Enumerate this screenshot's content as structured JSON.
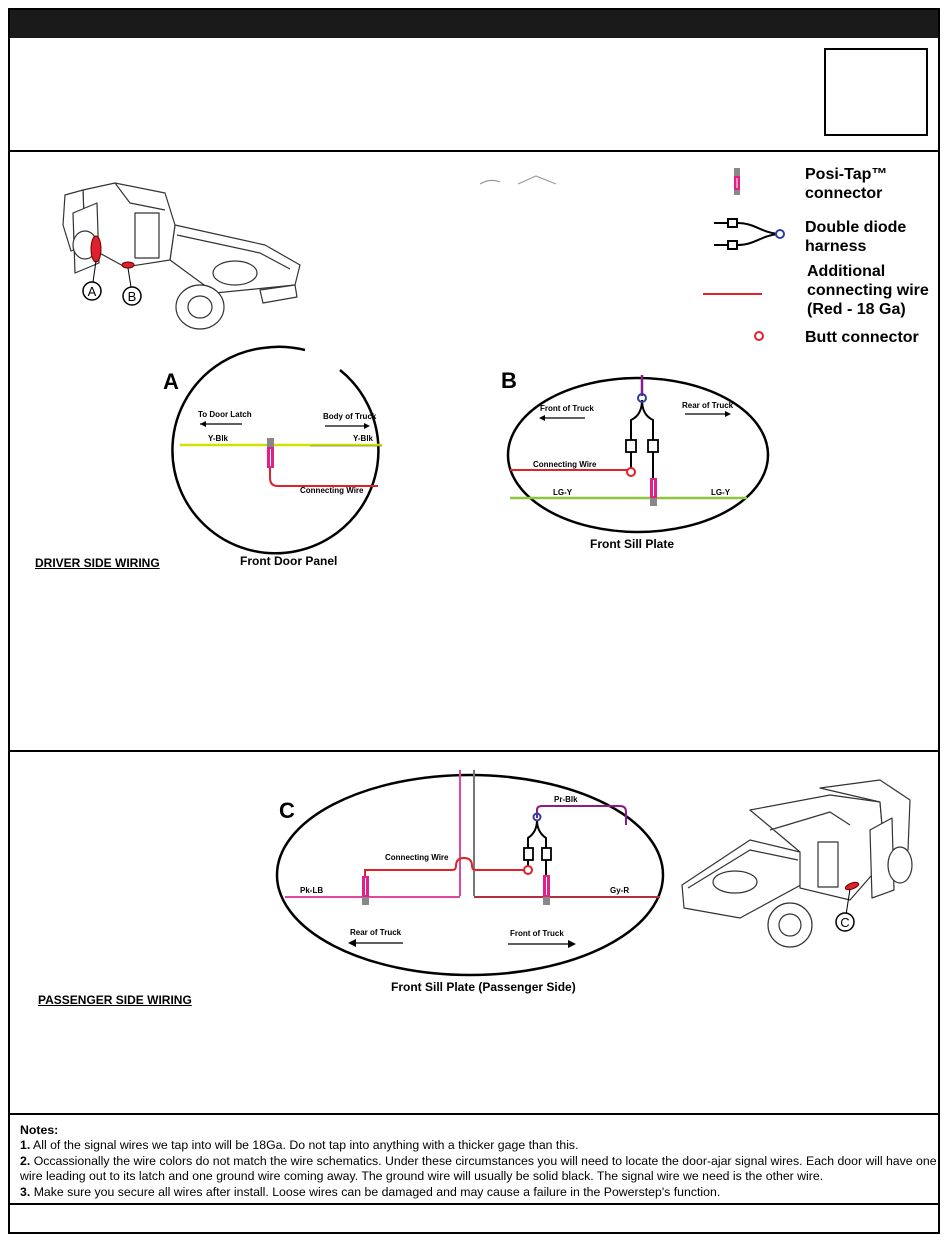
{
  "legend": {
    "posi_tap": "Posi-Tap™ connector",
    "double_diode": "Double diode harness",
    "additional_wire": "Additional connecting wire (Red - 18 Ga)",
    "butt_connector": "Butt connector"
  },
  "driver": {
    "section_title": "DRIVER SIDE WIRING",
    "truck_labels": {
      "a": "A",
      "b": "B"
    },
    "diagram_a": {
      "letter": "A",
      "left_direction": "To Door Latch",
      "right_direction": "Body of Truck",
      "wire_left": "Y-Blk",
      "wire_right": "Y-Blk",
      "connecting_wire": "Connecting Wire",
      "caption": "Front Door Panel"
    },
    "diagram_b": {
      "letter": "B",
      "left_direction": "Front of Truck",
      "right_direction": "Rear of Truck",
      "connecting_wire": "Connecting Wire",
      "wire_left": "LG-Y",
      "wire_right": "LG-Y",
      "caption": "Front Sill Plate"
    }
  },
  "passenger": {
    "section_title": "PASSENGER SIDE WIRING",
    "truck_label": "C",
    "diagram_c": {
      "letter": "C",
      "top_wire": "Pr-Blk",
      "connecting_wire": "Connecting Wire",
      "wire_left": "Pk-LB",
      "wire_right": "Gy-R",
      "left_direction": "Rear of Truck",
      "right_direction": "Front of Truck",
      "caption": "Front Sill Plate (Passenger Side)"
    }
  },
  "notes": {
    "heading": "Notes:",
    "items": [
      {
        "num": "1.",
        "text": "All of the signal wires we tap into will be 18Ga.  Do not tap into anything with a thicker gage than this."
      },
      {
        "num": "2.",
        "text": "Occassionally the wire colors do not match the wire schematics.  Under these circumstances you will need to locate the door-ajar signal wires.  Each door will have one wire leading out to its latch and one ground wire coming away.  The ground wire will usually be solid black.  The signal wire we need is the other wire."
      },
      {
        "num": "3.",
        "text": "Make sure you secure all wires after install.  Loose wires can be damaged and may cause a failure in the Powerstep's function."
      }
    ]
  },
  "colors": {
    "yellow_black": "#d4e000",
    "light_green": "#8cc63f",
    "magenta": "#e0218a",
    "pink_wire": "#e0479e",
    "red_wire": "#e0202a",
    "gray_red": "#b03040",
    "purple": "#8b1a8b",
    "blue_joint": "#2b3fa0",
    "gray_connector": "#777777"
  }
}
